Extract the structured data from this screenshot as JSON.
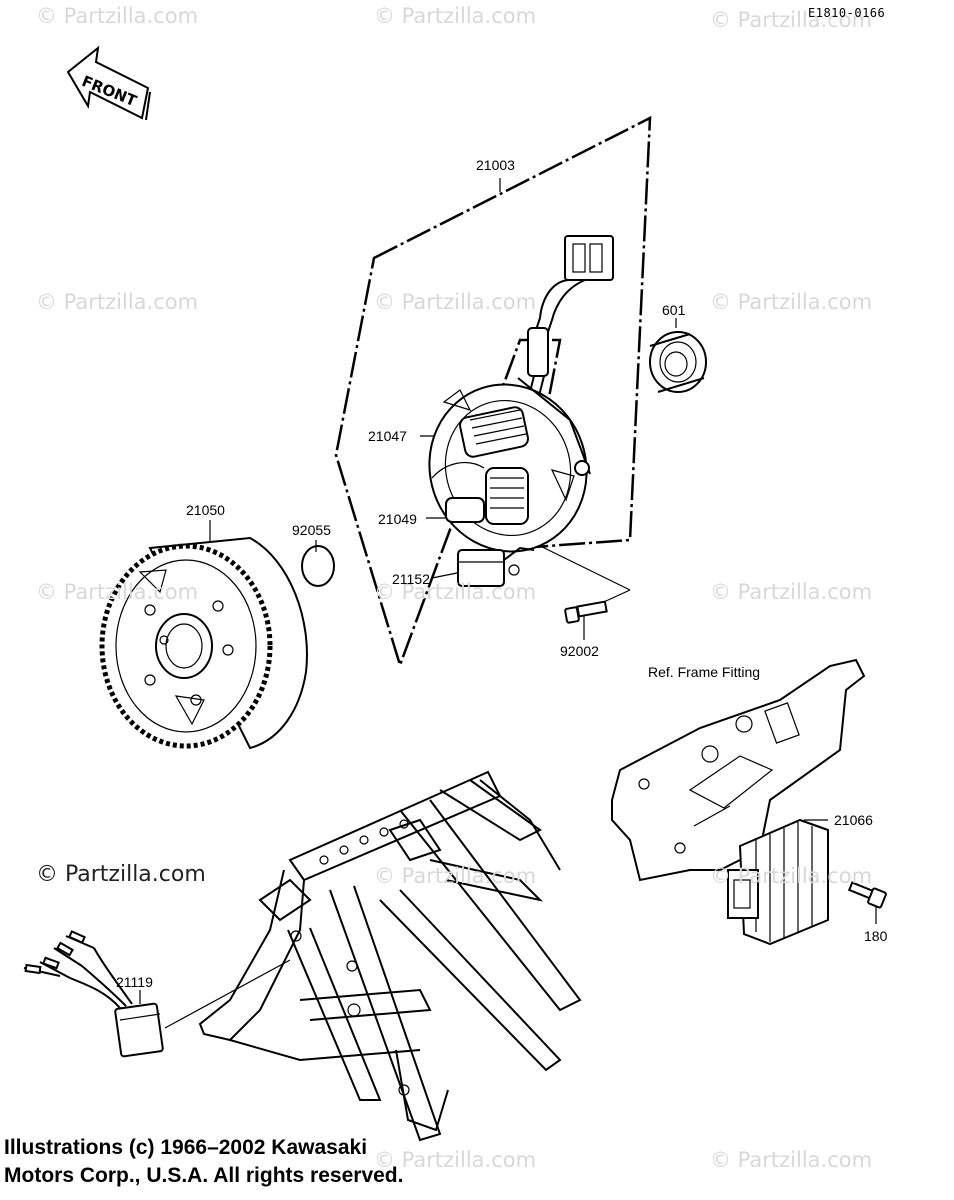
{
  "diagram_code": "E1810-0166",
  "front_label": "FRONT",
  "parts": {
    "p21003": "21003",
    "p601": "601",
    "p21047": "21047",
    "p21049": "21049",
    "p21152": "21152",
    "p21050": "21050",
    "p92055": "92055",
    "p92002": "92002",
    "p21066": "21066",
    "p180": "180",
    "p21119": "21119"
  },
  "ref_label": "Ref. Frame Fitting",
  "watermark": "© Partzilla.com",
  "copyright": {
    "line1": "Illustrations (c) 1966–2002 Kawasaki",
    "line2": "Motors Corp., U.S.A.  All rights reserved."
  }
}
